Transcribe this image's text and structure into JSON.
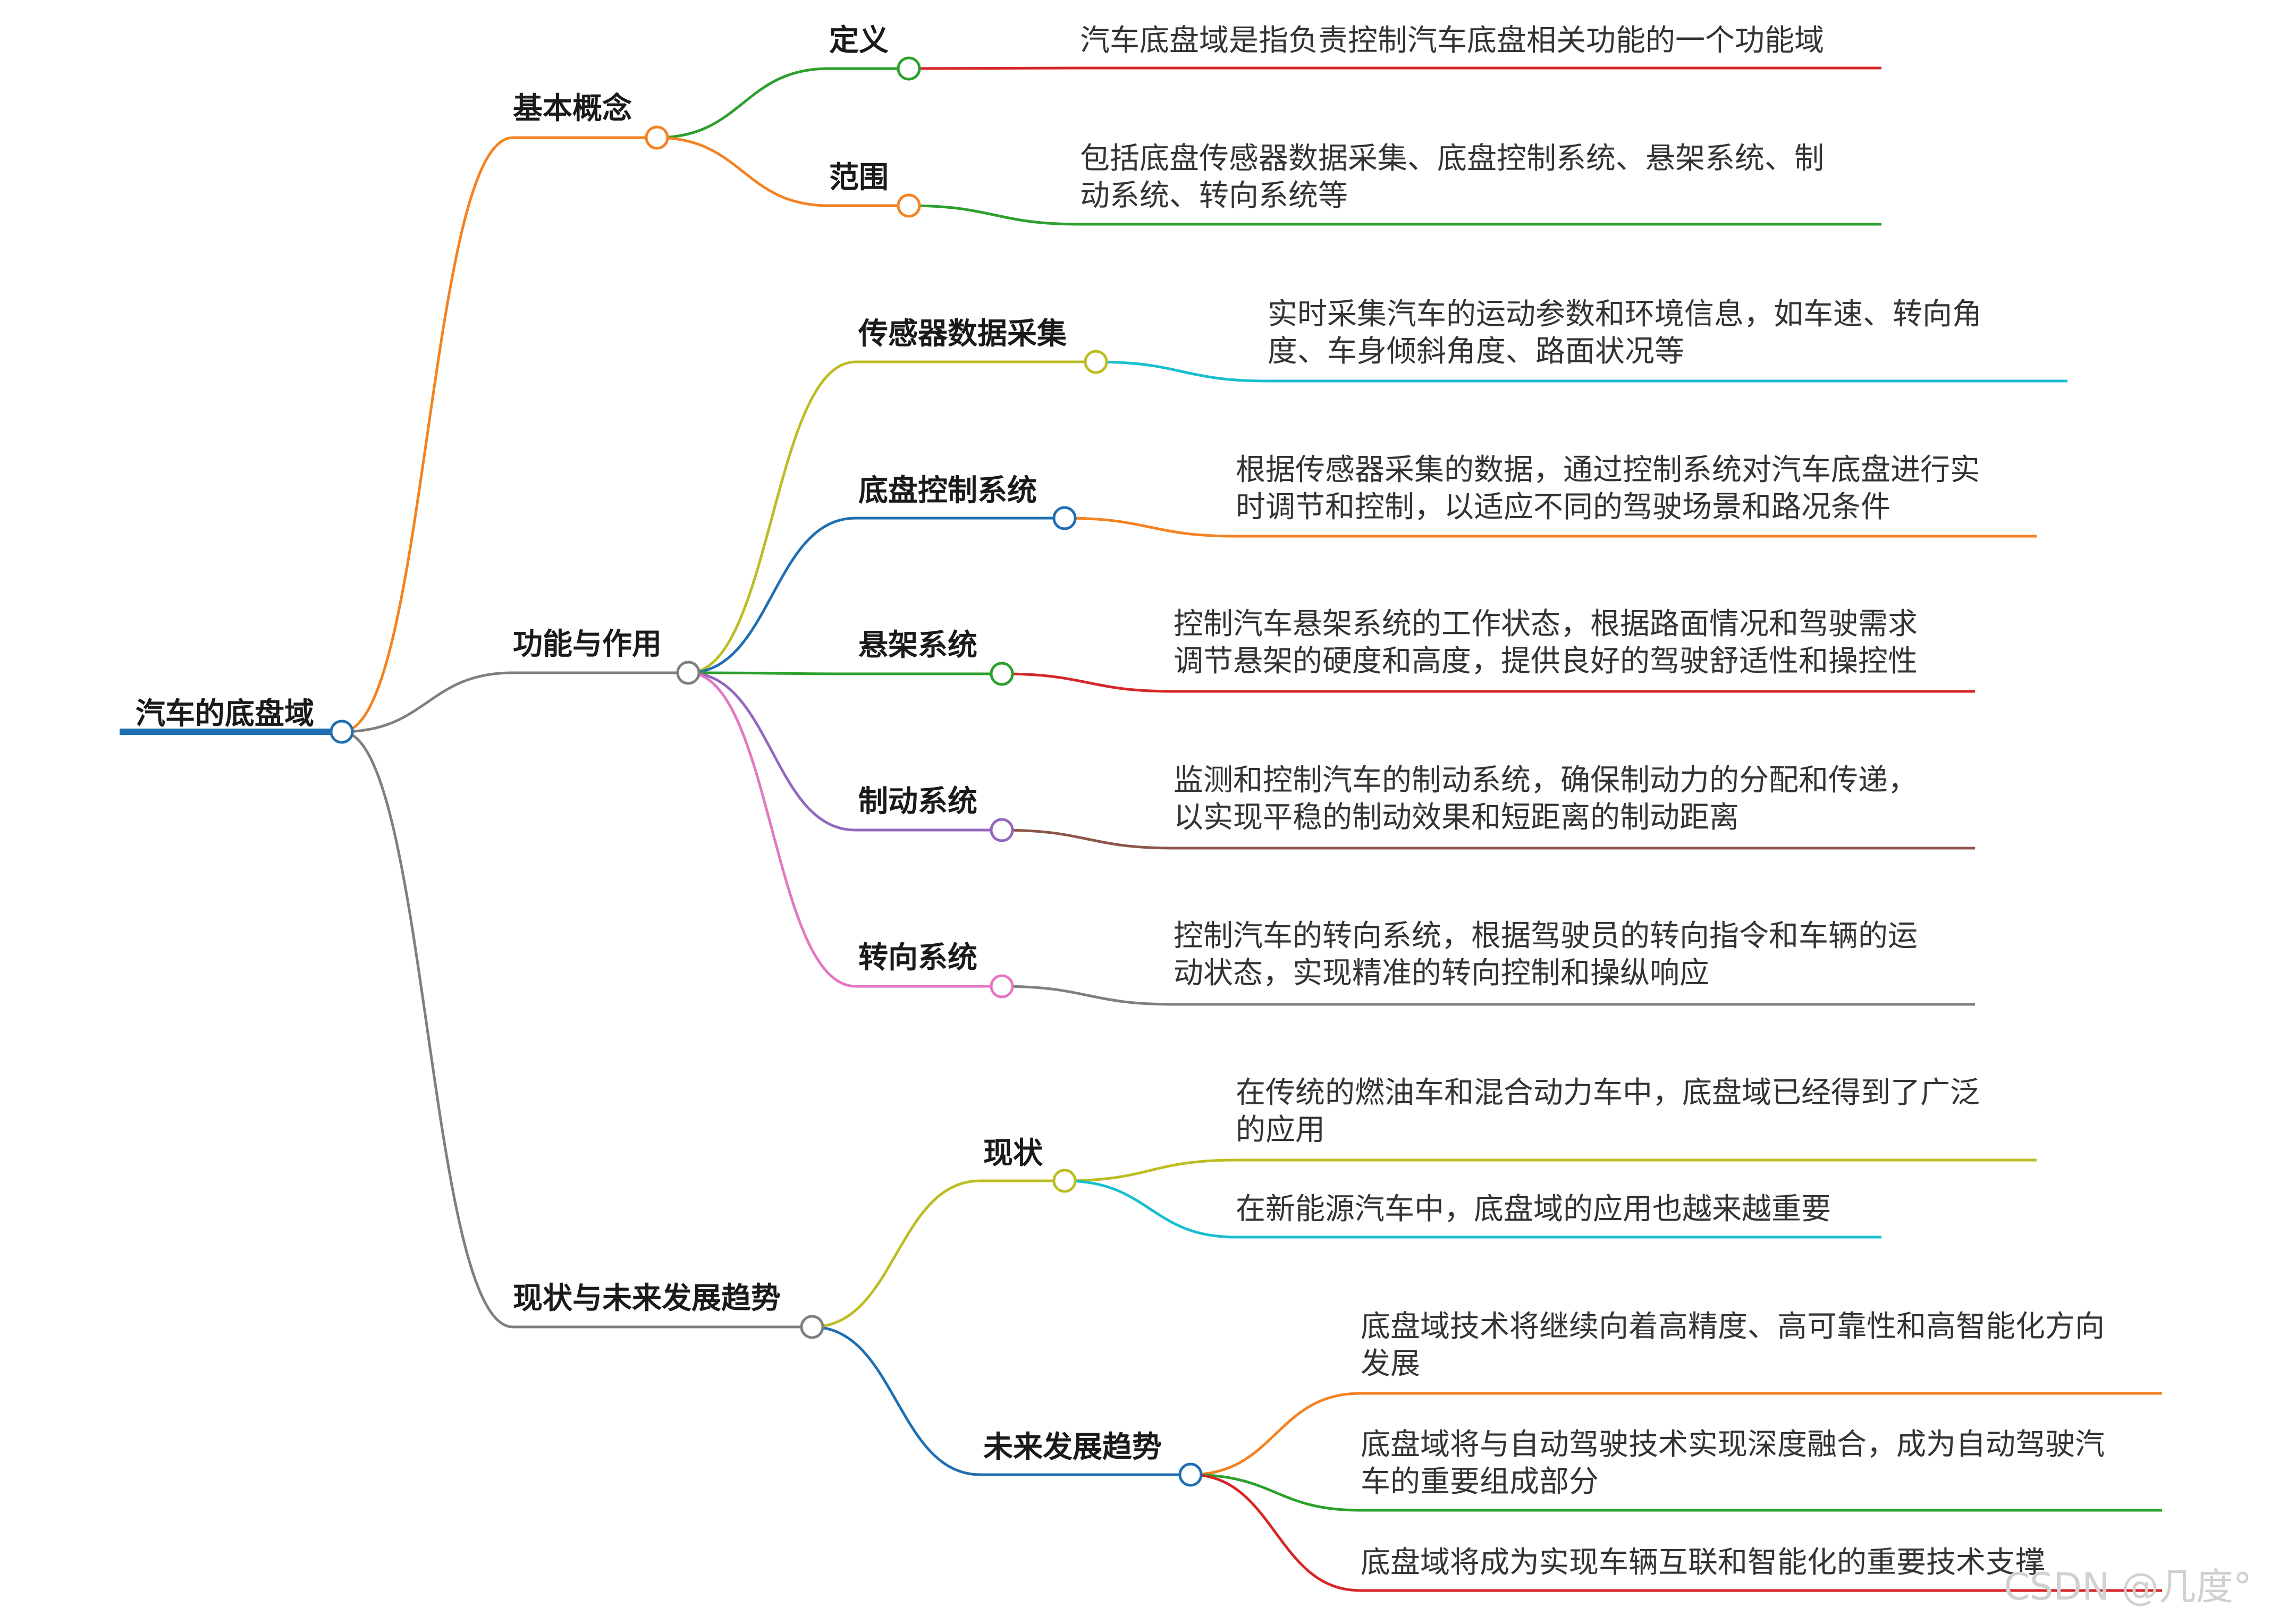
{
  "root": {
    "label": "汽车的底盘域",
    "color": "#1f6fb2"
  },
  "branches": [
    {
      "label": "基本概念",
      "color": "#f58220",
      "children": [
        {
          "label": "定义",
          "color": "#2ca02c",
          "leaves": [
            {
              "lines": [
                "汽车底盘域是指负责控制汽车底盘相关功能的一个功能域"
              ],
              "color": "#d62728"
            }
          ]
        },
        {
          "label": "范围",
          "color": "#f58220",
          "leaves": [
            {
              "lines": [
                "包括底盘传感器数据采集、底盘控制系统、悬架系统、制",
                "动系统、转向系统等"
              ],
              "color": "#2ca02c"
            }
          ]
        }
      ]
    },
    {
      "label": "功能与作用",
      "color": "#7f7f7f",
      "children": [
        {
          "label": "传感器数据采集",
          "color": "#bcbd22",
          "leaves": [
            {
              "lines": [
                "实时采集汽车的运动参数和环境信息，如车速、转向角",
                "度、车身倾斜角度、路面状况等"
              ],
              "color": "#17becf"
            }
          ]
        },
        {
          "label": "底盘控制系统",
          "color": "#1f6fb2",
          "leaves": [
            {
              "lines": [
                "根据传感器采集的数据，通过控制系统对汽车底盘进行实",
                "时调节和控制，以适应不同的驾驶场景和路况条件"
              ],
              "color": "#f58220"
            }
          ]
        },
        {
          "label": "悬架系统",
          "color": "#2ca02c",
          "leaves": [
            {
              "lines": [
                "控制汽车悬架系统的工作状态，根据路面情况和驾驶需求",
                "调节悬架的硬度和高度，提供良好的驾驶舒适性和操控性"
              ],
              "color": "#d62728"
            }
          ]
        },
        {
          "label": "制动系统",
          "color": "#9467bd",
          "leaves": [
            {
              "lines": [
                "监测和控制汽车的制动系统，确保制动力的分配和传递，",
                "以实现平稳的制动效果和短距离的制动距离"
              ],
              "color": "#8c564b"
            }
          ]
        },
        {
          "label": "转向系统",
          "color": "#e377c2",
          "leaves": [
            {
              "lines": [
                "控制汽车的转向系统，根据驾驶员的转向指令和车辆的运",
                "动状态，实现精准的转向控制和操纵响应"
              ],
              "color": "#7f7f7f"
            }
          ]
        }
      ]
    },
    {
      "label": "现状与未来发展趋势",
      "color": "#7f7f7f",
      "children": [
        {
          "label": "现状",
          "color": "#bcbd22",
          "leaves": [
            {
              "lines": [
                "在传统的燃油车和混合动力车中，底盘域已经得到了广泛",
                "的应用"
              ],
              "color": "#bcbd22"
            },
            {
              "lines": [
                "在新能源汽车中，底盘域的应用也越来越重要"
              ],
              "color": "#17becf"
            }
          ]
        },
        {
          "label": "未来发展趋势",
          "color": "#1f6fb2",
          "leaves": [
            {
              "lines": [
                "底盘域技术将继续向着高精度、高可靠性和高智能化方向",
                "发展"
              ],
              "color": "#f58220"
            },
            {
              "lines": [
                "底盘域将与自动驾驶技术实现深度融合，成为自动驾驶汽",
                "车的重要组成部分"
              ],
              "color": "#2ca02c"
            },
            {
              "lines": [
                "底盘域将成为实现车辆互联和智能化的重要技术支撑"
              ],
              "color": "#d62728"
            }
          ]
        }
      ]
    }
  ],
  "watermark": "CSDN @几度°"
}
